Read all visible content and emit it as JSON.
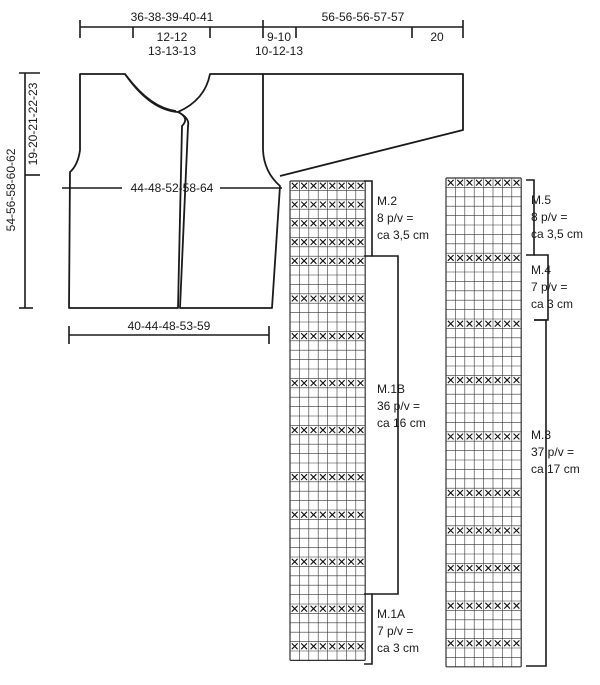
{
  "measurements": {
    "top_width": "36-38-39-40-41",
    "sleeve_length": "56-56-56-57-57",
    "neck_width_a": "12-12",
    "neck_width_b": "13-13-13",
    "shoulder_a": "9-10",
    "shoulder_b": "10-12-13",
    "cuff": "20",
    "chest": "44-48-52-58-64",
    "bottom": "40-44-48-53-59",
    "total_length": "54-56-58-60-62",
    "armhole_depth": "19-20-21-22-23"
  },
  "charts": {
    "left": {
      "m2": {
        "name": "M.2",
        "stitches": "8 p/v =",
        "size": "ca 3,5 cm"
      },
      "m1b": {
        "name": "M.1B",
        "stitches": "36 p/v =",
        "size": "ca 16 cm"
      },
      "m1a": {
        "name": "M.1A",
        "stitches": "7 p/v =",
        "size": "ca 3 cm"
      },
      "cols": 8,
      "rows": 51,
      "x_rows": [
        0,
        2,
        4,
        6,
        8,
        12,
        16,
        21,
        26,
        31,
        35,
        40,
        45,
        49
      ]
    },
    "right": {
      "m5": {
        "name": "M.5",
        "stitches": "8 p/v =",
        "size": "ca 3,5 cm"
      },
      "m4": {
        "name": "M.4",
        "stitches": "7 p/v =",
        "size": "ca 3 cm"
      },
      "m3": {
        "name": "M.3",
        "stitches": "37 p/v =",
        "size": "ca 17 cm"
      },
      "cols": 8,
      "rows": 52,
      "x_rows": [
        0,
        8,
        15,
        21,
        27,
        33,
        37,
        41,
        45,
        49
      ]
    }
  }
}
